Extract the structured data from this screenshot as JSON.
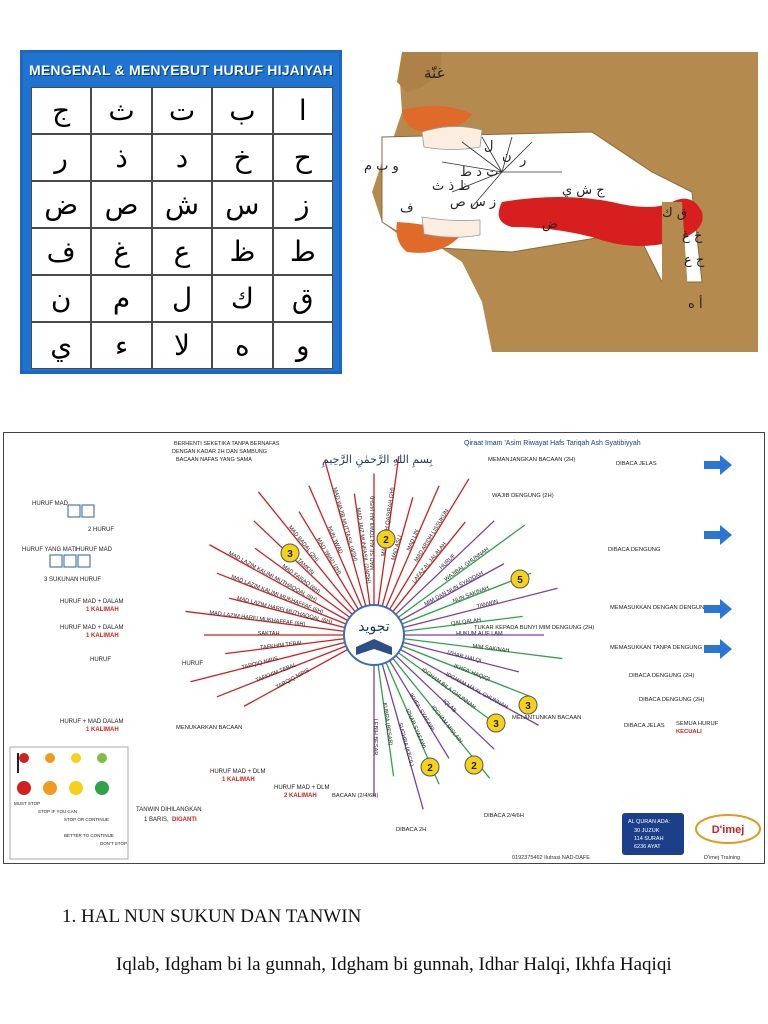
{
  "hijaiyah": {
    "title": "MENGENAL & MENYEBUT HURUF HIJAIYAH",
    "rows": [
      [
        "ج",
        "ث",
        "ت",
        "ب",
        "ا"
      ],
      [
        "ر",
        "ذ",
        "د",
        "خ",
        "ح"
      ],
      [
        "ض",
        "ص",
        "ش",
        "س",
        "ز"
      ],
      [
        "ف",
        "غ",
        "ع",
        "ظ",
        "ط"
      ],
      [
        "ن",
        "م",
        "ل",
        "ك",
        "ق"
      ],
      [
        "ي",
        "ء",
        "لا",
        "ه",
        "و"
      ]
    ]
  },
  "mouth": {
    "top_label": "غنّة",
    "labels": [
      "ق ك",
      "خ غ",
      "ح ع",
      "أ ه",
      "ج ش ي",
      "ف",
      "و ب م",
      "ل",
      "ن",
      "ر",
      "ت د ط",
      "ظ ذ ث",
      "ز س ص",
      "ض"
    ]
  },
  "mindmap": {
    "center": "تجويد",
    "header": "Qiraat Imam 'Asim Riwayat Hafs Tariqah Ash Syatibiyyah",
    "bismillah": "بِسمِ اللهِ الرَّحمٰنِ الرَّحِيمِ",
    "top_left_note": "BERHENTI SEKETIKA TANPA BERNAFAS DENGAN KADAR 2H DAN SAMBUNG BACAAN NAFAS YANG SAMA",
    "left_boxes": {
      "huruf_mad": "HURUF MAD",
      "dua_huruf": "2 HURUF",
      "huruf_yang_mati": "HURUF YANG MATI",
      "huruf_mad2": "HURUF MAD",
      "tiga_sukun": "3 SUKUNAN HURUF",
      "huruf_mad_dalam_1_a": "HURUF MAD + DALAM",
      "kalimah_a": "1 KALIMAH",
      "huruf_mad_dalam_1_b": "HURUF MAD + DALAM",
      "kalimah_b": "1 KALIMAH",
      "huruf": "HURUF",
      "huruf_mad_dalam_1_c": "HURUF + MAD DALAM",
      "kalimah_c": "1 KALIMAH",
      "huruf2": "HURUF"
    },
    "branches": [
      "TARQIQ NIPIS",
      "TAFKHIM TEBAL",
      "TARQIQ NIPIS",
      "TAFKHIM TEBAL",
      "SAKTAH",
      "MAD LAZIM HARFI MUKHAFFAF (6H)",
      "MAD LAZIM HARFI MUTHAQQAL (6H)",
      "MAD LAZIM KALIMI MUKHAFFAF (6H)",
      "MAD LAZIM KALIMI MUTHAQQAL (6H)",
      "MAD FARAQ (6H)",
      "MAD TAMKIN",
      "MAD BADAL (2H)",
      "MAD 'IWAD (2H)",
      "NUN 'IWAD",
      "MAD WAJIB MUTTASIL (4/5H)",
      "MAD JAIZ MUNFASIL (2/4/5H)",
      "MAD SILAH TOWILAH (4/5H)",
      "MAD SILAH QASIRAH (2H)",
      "MAD ASLI",
      "MAD LIN",
      "MAD ARIDH LISSUKUN",
      "LAFAZ AL JALALAH",
      "HURUF",
      "WAJIBAL GHUNNAH",
      "MIM DAN NUN SYADDAH",
      "NUN SAKINAH",
      "TANWIN",
      "QALQALAH",
      "HUKUM ALIF LAM",
      "MIM SAKINAH",
      "IZHAR HALQI",
      "IKHFA' HAQIQI",
      "IDGHAM MA'AL GHUNNAH",
      "IDGHAM BILA GHUNNAH",
      "IQLAB",
      "IDGHAM MISLAIN",
      "IKHFA' SYAFAWI",
      "IZHAR SYAFAWI",
      "SUGHRA (KECIL)",
      "KUBRA (BESAR)",
      "LEBIH BESAR"
    ],
    "right_notes": [
      "MEMANJANGKAN BACAAN (2H)",
      "WAJIB DENGUNG (2H)",
      "DIBACA JELAS",
      "DIBACA DENGUNG",
      "MEMASUKKAN DENGAN DENGUNG (2H)",
      "MEMASUKKAN TANPA DENGUNG",
      "TUKAR KEPADA BUNYI MIM DENGUNG (2H)",
      "DIBACA DENGUNG (2H)",
      "DIBACA DENGUNG (2H)",
      "DIBACA JELAS",
      "SEMUA HURUF",
      "KECUALI",
      "MELANTUNKAN BACAAN",
      "MENUKARKAN BACAAN",
      "DIBACA 2H",
      "DIBACA 2/4/6H",
      "BACAAN (2/4/6H)"
    ],
    "bottom_left": {
      "tanwin": "TANWIN DIHILANGKAN",
      "baris": "1 BARIS,",
      "diganti": "DIGANTI",
      "huruf_mad_dlm": "HURUF MAD + DLM",
      "kalimah_1": "1 KALIMAH",
      "huruf_mad_dlm2": "HURUF MAD + DLM",
      "kalimah_2": "2 KALIMAH"
    },
    "quran_box": {
      "title": "AL QURAN ADA:",
      "items": [
        "30 JUZUK",
        "114 SURAH",
        "6236 AYAT"
      ]
    },
    "brand": "D'imej",
    "brand_sub": "D'imej Training",
    "phone": "0192375462 Ilutrasi NAD-DAFE",
    "legend": [
      "MUST STOP",
      "STOP IF YOU CAN",
      "STOP OR CONTINUE",
      "BETTER TO CONTINUE",
      "DON'T STOP"
    ],
    "numbers": [
      "3",
      "2",
      "5",
      "3",
      "3",
      "2",
      "2"
    ]
  },
  "text": {
    "heading": "1. HAL NUN SUKUN DAN TANWIN",
    "paragraph": "Iqlab, Idgham bi la gunnah, Idgham bi gunnah, Idhar Halqi, Ikhfa Haqiqi"
  }
}
